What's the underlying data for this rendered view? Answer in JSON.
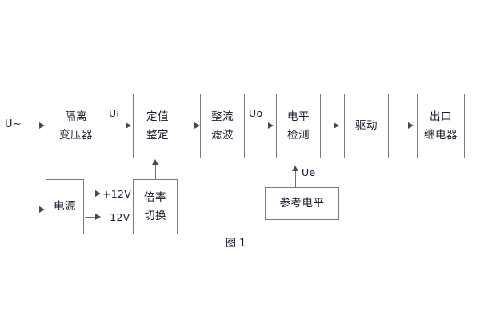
{
  "diagram": {
    "caption": "图 1",
    "input_label": "U~",
    "blocks": [
      {
        "id": "isolation-transformer",
        "lines": [
          "隔离",
          "变压器"
        ]
      },
      {
        "id": "setting-value",
        "lines": [
          "定值",
          "整定"
        ]
      },
      {
        "id": "rectifier-filter",
        "lines": [
          "整流",
          "滤波"
        ]
      },
      {
        "id": "level-detection",
        "lines": [
          "电平",
          "检测"
        ]
      },
      {
        "id": "drive",
        "lines": [
          "驱动"
        ]
      },
      {
        "id": "output-relay",
        "lines": [
          "出口",
          "继电器"
        ]
      },
      {
        "id": "power-supply",
        "lines": [
          "电源"
        ]
      },
      {
        "id": "multiplier-switch",
        "lines": [
          "倍率",
          "切换"
        ]
      },
      {
        "id": "reference-level",
        "lines": [
          "参考电平"
        ]
      }
    ],
    "signals": {
      "ui": "Ui",
      "uo": "Uo",
      "ue": "Ue",
      "pos12v": "+12V",
      "neg12v": "- 12V"
    },
    "colors": {
      "box_border": "#7a7a7a",
      "line": "#6f6f6f",
      "text": "#1a1a2e",
      "background": "#ffffff"
    }
  }
}
